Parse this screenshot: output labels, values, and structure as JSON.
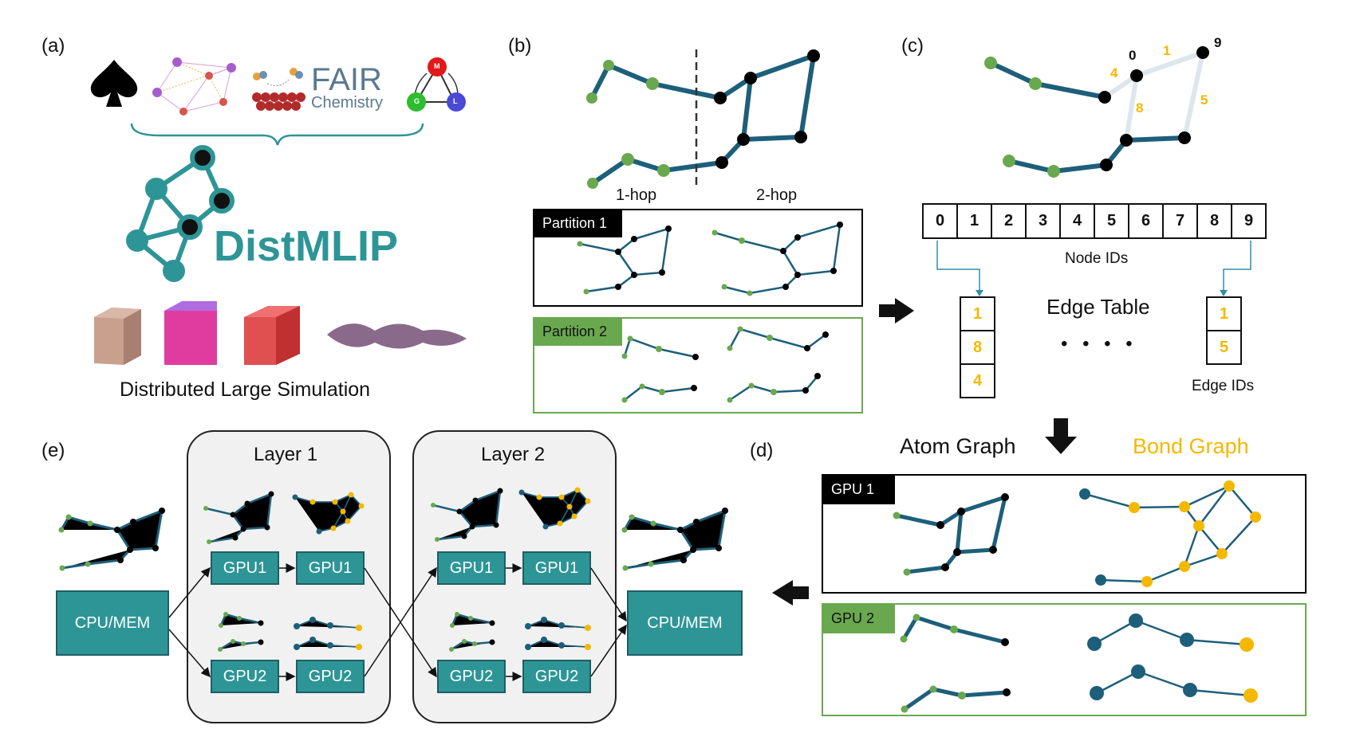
{
  "panel_a": {
    "label": "(a)",
    "fair_title": "FAIR",
    "fair_subtitle": "Chemistry",
    "m_label": "M",
    "g_label": "G",
    "l_label": "L",
    "title": "DistMLIP",
    "caption": "Distributed Large Simulation"
  },
  "panel_b": {
    "label": "(b)",
    "hop1": "1-hop",
    "hop2": "2-hop",
    "partition1": "Partition 1",
    "partition2": "Partition 2"
  },
  "panel_c": {
    "label": "(c)",
    "graph_labels": [
      "0",
      "9",
      "1",
      "4",
      "8",
      "5"
    ],
    "node_ids": [
      "0",
      "1",
      "2",
      "3",
      "4",
      "5",
      "6",
      "7",
      "8",
      "9"
    ],
    "node_ids_caption": "Node IDs",
    "edge_table_title": "Edge Table",
    "ellipsis": "• • • •",
    "edge_col_left": [
      "1",
      "8",
      "4"
    ],
    "edge_col_right": [
      "1",
      "5"
    ],
    "edge_ids_caption": "Edge IDs"
  },
  "panel_d": {
    "label": "(d)",
    "atom_graph": "Atom Graph",
    "bond_graph": "Bond Graph",
    "gpu1": "GPU 1",
    "gpu2": "GPU 2"
  },
  "panel_e": {
    "label": "(e)",
    "layer1": "Layer 1",
    "layer2": "Layer 2",
    "cpu_mem": "CPU/MEM",
    "gpu1": "GPU1",
    "gpu2": "GPU2"
  },
  "colors": {
    "teal_dark": "#1d5f7a",
    "green_node": "#6aa84f",
    "black_node": "#000000",
    "yellow": "#f5b800",
    "teal_box": "#2e9597",
    "light_edge": "#dde6ec"
  }
}
